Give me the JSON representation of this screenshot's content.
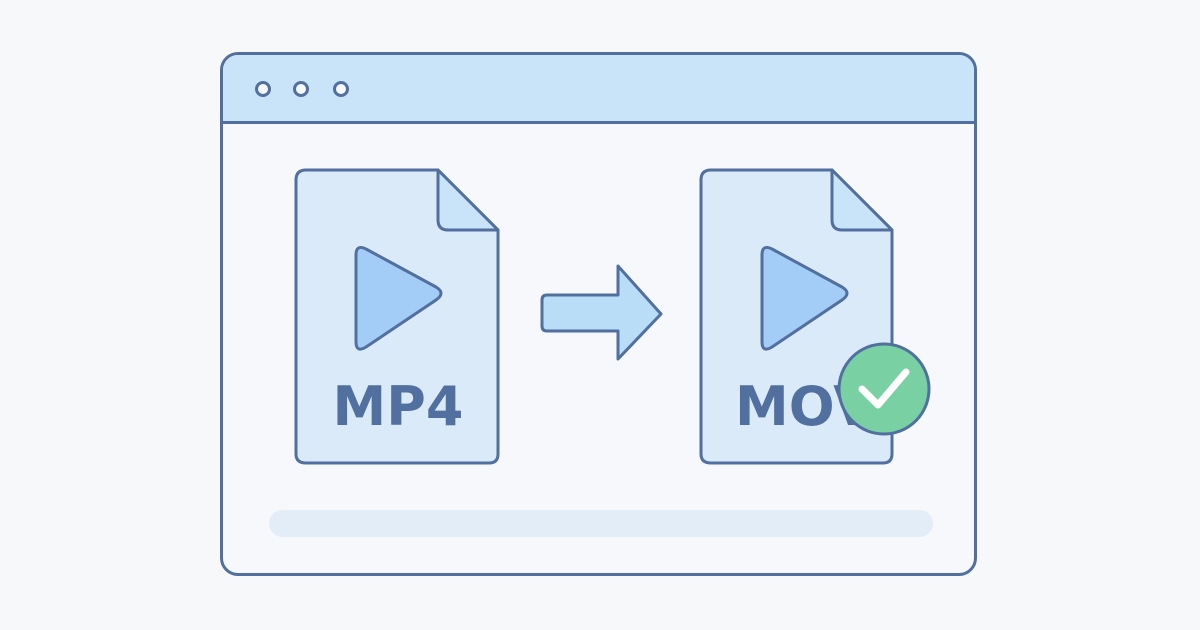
{
  "window": {
    "controls": [
      "window-dot",
      "window-dot",
      "window-dot"
    ]
  },
  "conversion": {
    "source_format": "MP4",
    "target_format": "MOV",
    "source_icon": "play-icon",
    "target_icon": "play-icon",
    "arrow_icon": "arrow-right-icon",
    "status_icon": "checkmark-icon",
    "status": "complete"
  },
  "colors": {
    "outline": "#51709f",
    "titlebar": "#c9e3f8",
    "file_fill": "#dbeaf9",
    "play_fill": "#a3cdf6",
    "check_fill": "#78d0a3",
    "progress_track": "#e2edf8",
    "background": "#f7f8fa"
  }
}
